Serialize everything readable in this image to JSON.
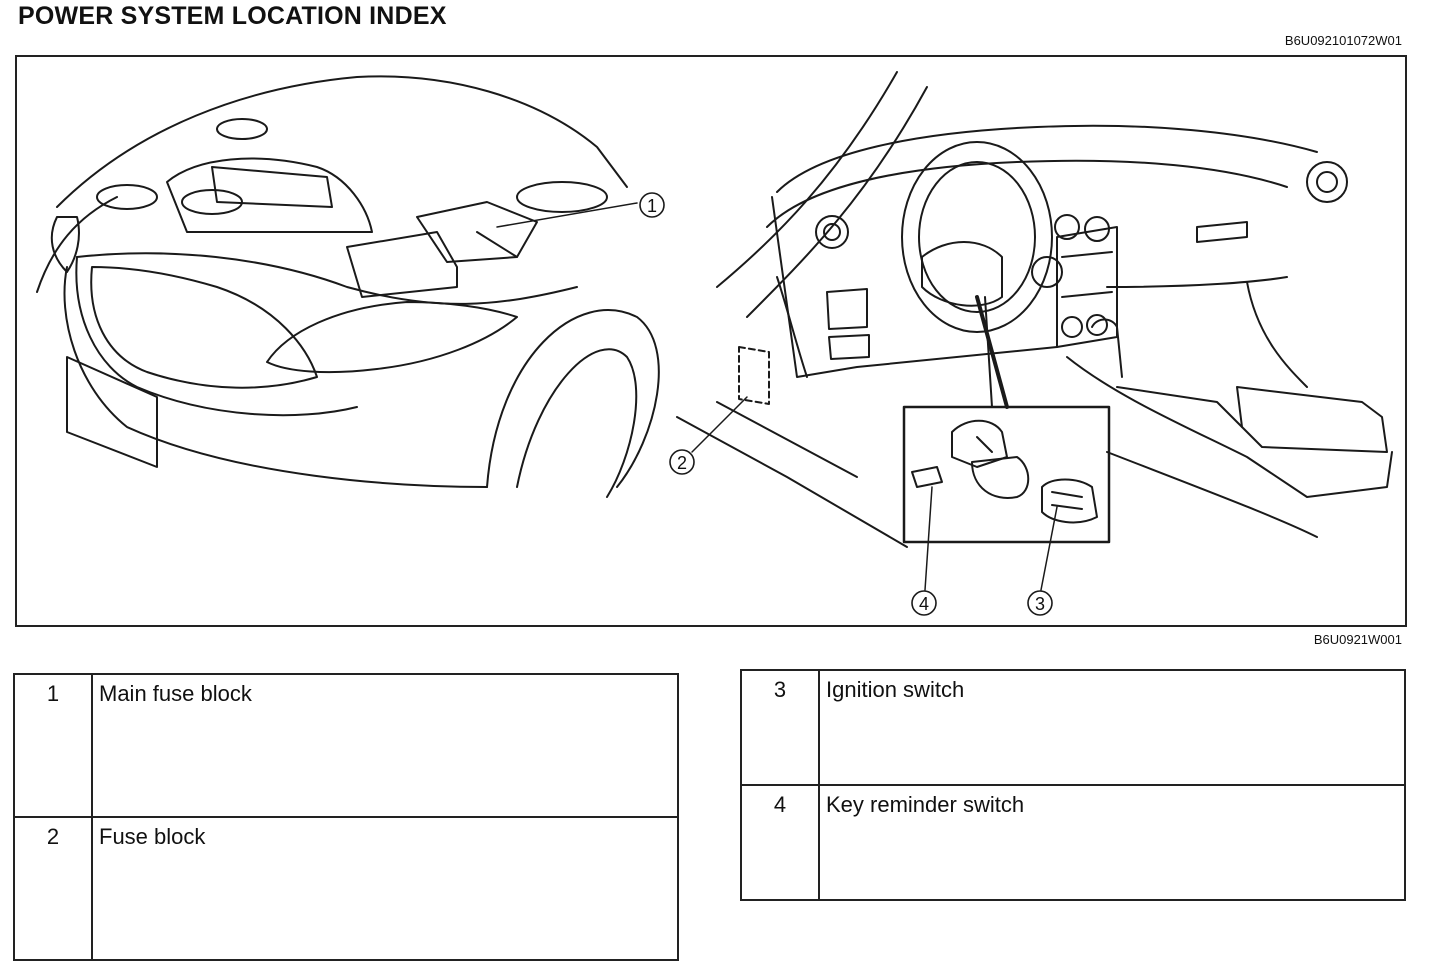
{
  "page": {
    "title": "POWER SYSTEM LOCATION INDEX",
    "doc_id_top": "B6U092101072W01",
    "doc_id_figure": "B6U0921W001"
  },
  "figure": {
    "callouts": [
      "1",
      "2",
      "3",
      "4"
    ]
  },
  "index_left": [
    {
      "num": "1",
      "label": "Main fuse block"
    },
    {
      "num": "2",
      "label": "Fuse block"
    }
  ],
  "index_right": [
    {
      "num": "3",
      "label": "Ignition switch"
    },
    {
      "num": "4",
      "label": "Key reminder switch"
    }
  ]
}
